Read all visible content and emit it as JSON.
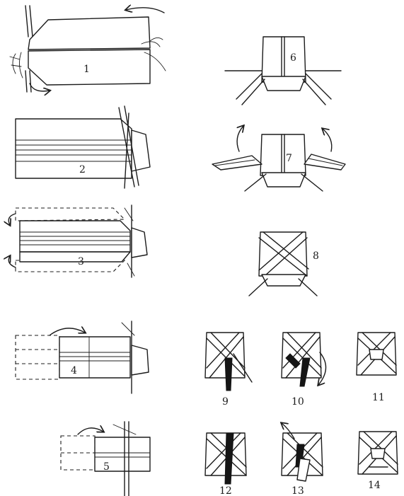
{
  "steps": [
    {
      "label": "1"
    },
    {
      "label": "2"
    },
    {
      "label": "3"
    },
    {
      "label": "4"
    },
    {
      "label": "5"
    },
    {
      "label": "6"
    },
    {
      "label": "7"
    },
    {
      "label": "8"
    },
    {
      "label": "9"
    },
    {
      "label": "10"
    },
    {
      "label": "11"
    },
    {
      "label": "12"
    },
    {
      "label": "13"
    },
    {
      "label": "14"
    }
  ]
}
